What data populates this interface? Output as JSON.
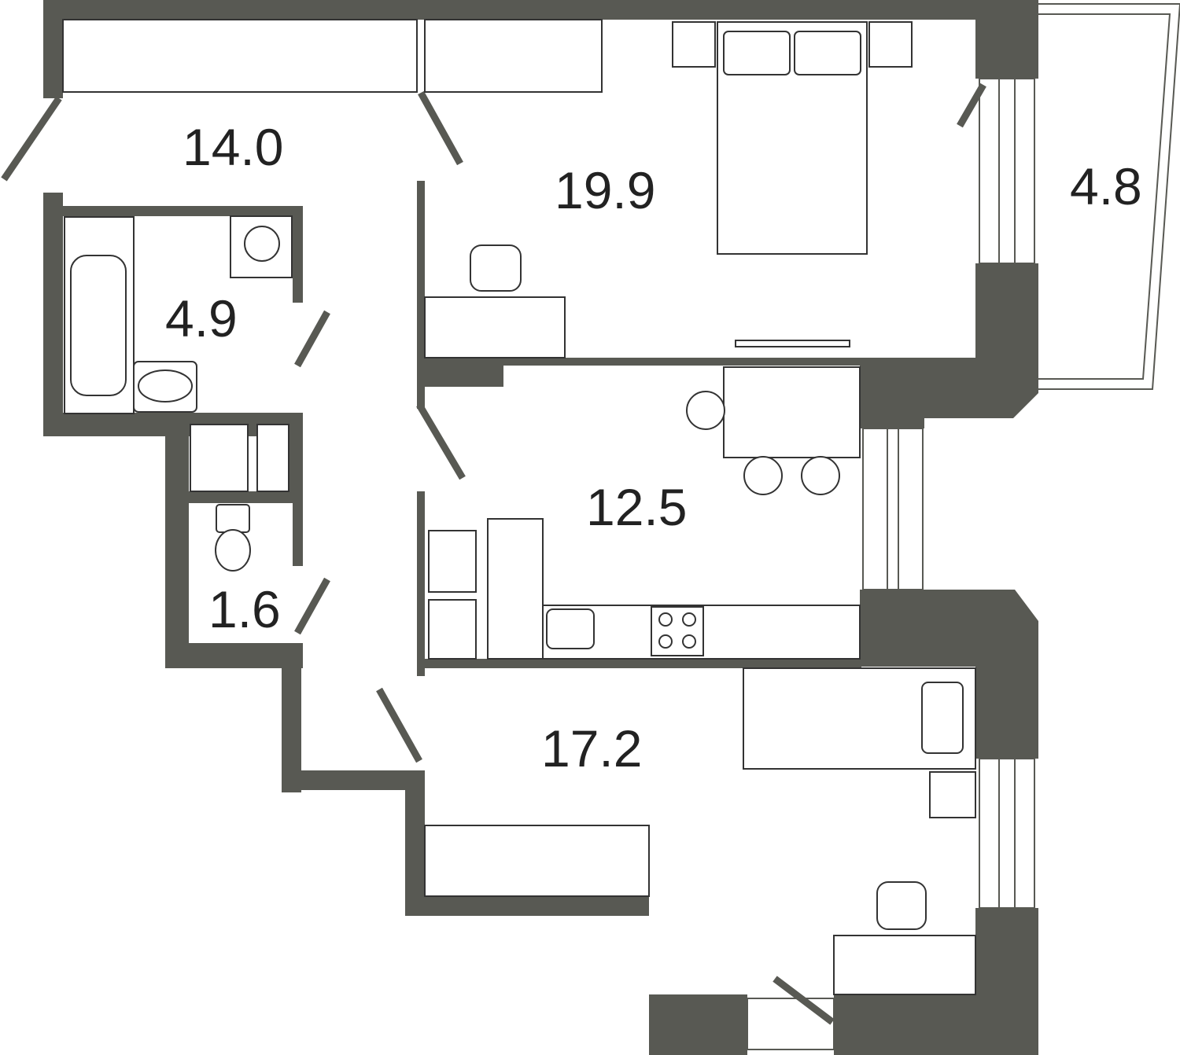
{
  "plan": {
    "wall_color": "#585953",
    "rooms": [
      {
        "id": "hallway",
        "area": "14.0"
      },
      {
        "id": "bedroom",
        "area": "19.9"
      },
      {
        "id": "balcony",
        "area": "4.8"
      },
      {
        "id": "bathroom",
        "area": "4.9"
      },
      {
        "id": "toilet",
        "area": "1.6"
      },
      {
        "id": "kitchen",
        "area": "12.5"
      },
      {
        "id": "second-bedroom",
        "area": "17.2"
      }
    ]
  }
}
